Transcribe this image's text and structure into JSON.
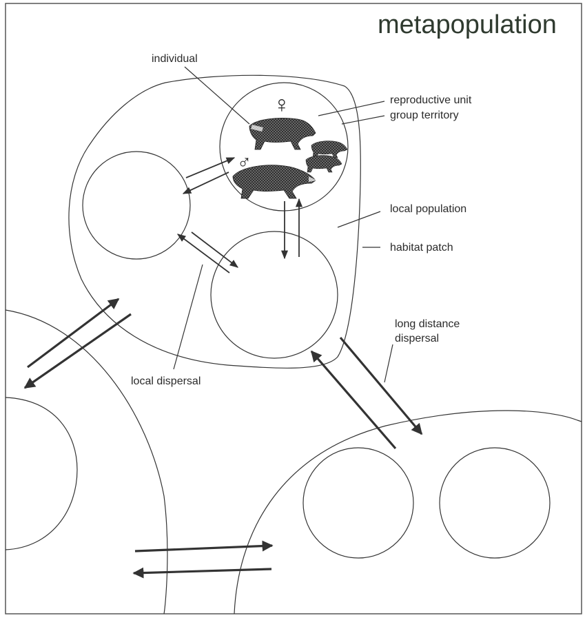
{
  "title": "metapopulation",
  "labels": {
    "individual": "individual",
    "reproductive_unit": "reproductive unit",
    "group_territory": "group territory",
    "local_population": "local population",
    "habitat_patch": "habitat patch",
    "local_dispersal": "local dispersal",
    "long_distance_1": "long distance",
    "long_distance_2": "dispersal"
  },
  "symbols": {
    "female": "♀",
    "male": "♂"
  },
  "icons": [
    "badger-icon"
  ]
}
